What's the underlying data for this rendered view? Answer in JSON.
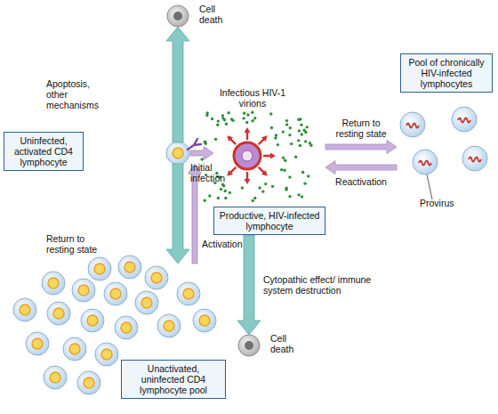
{
  "diagram": {
    "nodes": [
      {
        "text": [
          "Cell death"
        ]
      },
      {
        "text": [
          "Uninfected, activated CD4 lymphocyte"
        ]
      },
      {
        "text": [
          "Productive, HIV-infected lymphocyte"
        ]
      },
      {
        "text": [
          "Pool of chronically HIV-infected lymphocytes"
        ]
      },
      {
        "text": [
          "Cell death"
        ]
      },
      {
        "text": [
          "Unactivated, uninfected CD4 lymphocyte pool"
        ]
      }
    ],
    "edges": [
      {
        "from": 1,
        "to": 0,
        "label": "Apoptosis, other mechanisms",
        "arrow": "to"
      },
      {
        "from": 1,
        "to": 5,
        "label": "Return to resting state",
        "arrow": "to"
      },
      {
        "from": 5,
        "to": 1,
        "label": "Activation",
        "arrow": "to"
      },
      {
        "from": 1,
        "to": 2,
        "label": "Initial infection",
        "arrow": "to"
      },
      {
        "from": 2,
        "to": 4,
        "label": "Cytopathic effect/ immune system destruction",
        "arrow": "to"
      },
      {
        "from": 2,
        "to": 3,
        "label": "Return to resting state",
        "arrow": "to"
      },
      {
        "from": 3,
        "to": 2,
        "label": "Reactivation",
        "arrow": "to"
      }
    ],
    "labels": [
      "Infectious HIV-1 virions",
      "Provirus"
    ]
  }
}
